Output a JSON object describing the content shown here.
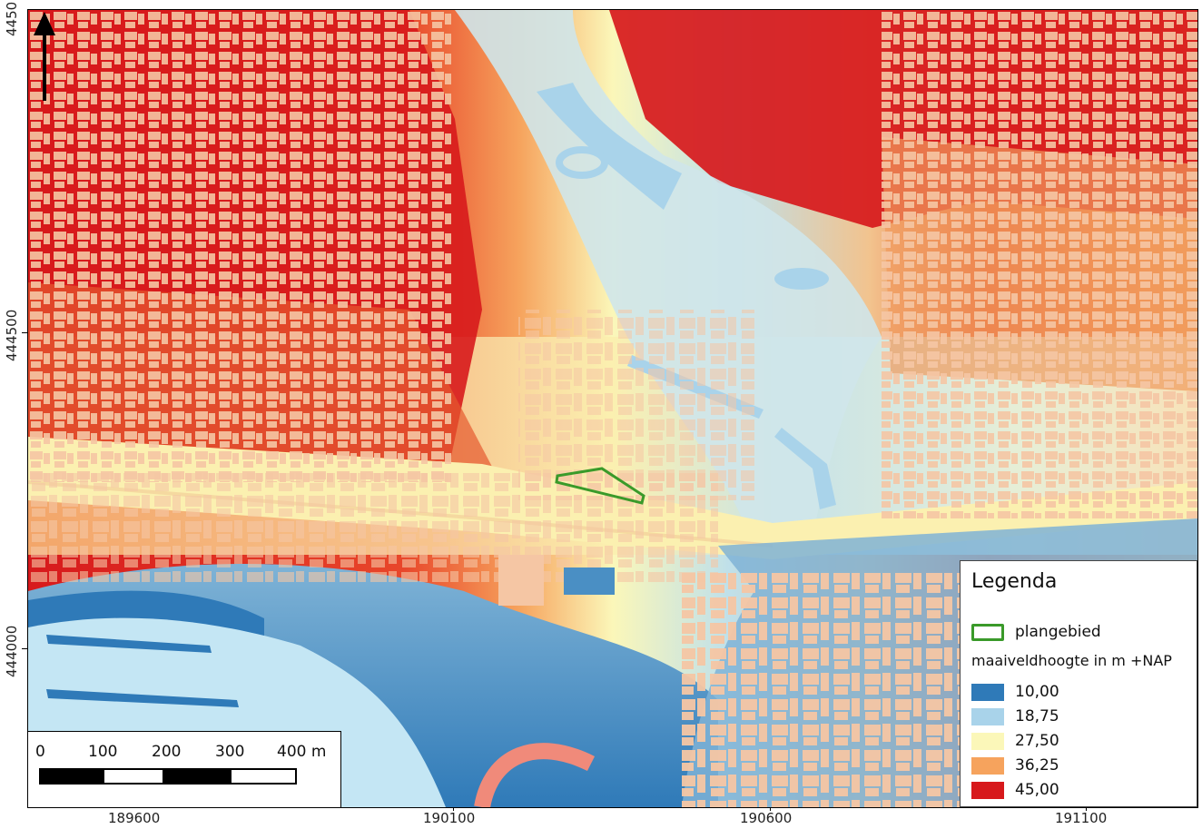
{
  "map": {
    "y_ticks": [
      "4450",
      "444500",
      "444000"
    ],
    "x_ticks": [
      "189600",
      "190100",
      "190600",
      "191100"
    ],
    "scalebar": {
      "labels": [
        "0",
        "100",
        "200",
        "300",
        "400 m"
      ]
    },
    "legend": {
      "title": "Legenda",
      "outline_label": "plangebied",
      "outline_color": "#3a9a2a",
      "subtitle": "maaiveldhoogte in m +NAP",
      "classes": [
        {
          "label": "10,00",
          "color": "#2f7ab8"
        },
        {
          "label": "18,75",
          "color": "#a9d3ea"
        },
        {
          "label": "27,50",
          "color": "#fbf7b9"
        },
        {
          "label": "36,25",
          "color": "#f6a35d"
        },
        {
          "label": "45,00",
          "color": "#d7191c"
        }
      ]
    },
    "colors": {
      "water": "#c4e6f4",
      "building": "#f5c6a4",
      "road_red": "#d7191c",
      "river_blue": "#2f7ab8"
    }
  }
}
